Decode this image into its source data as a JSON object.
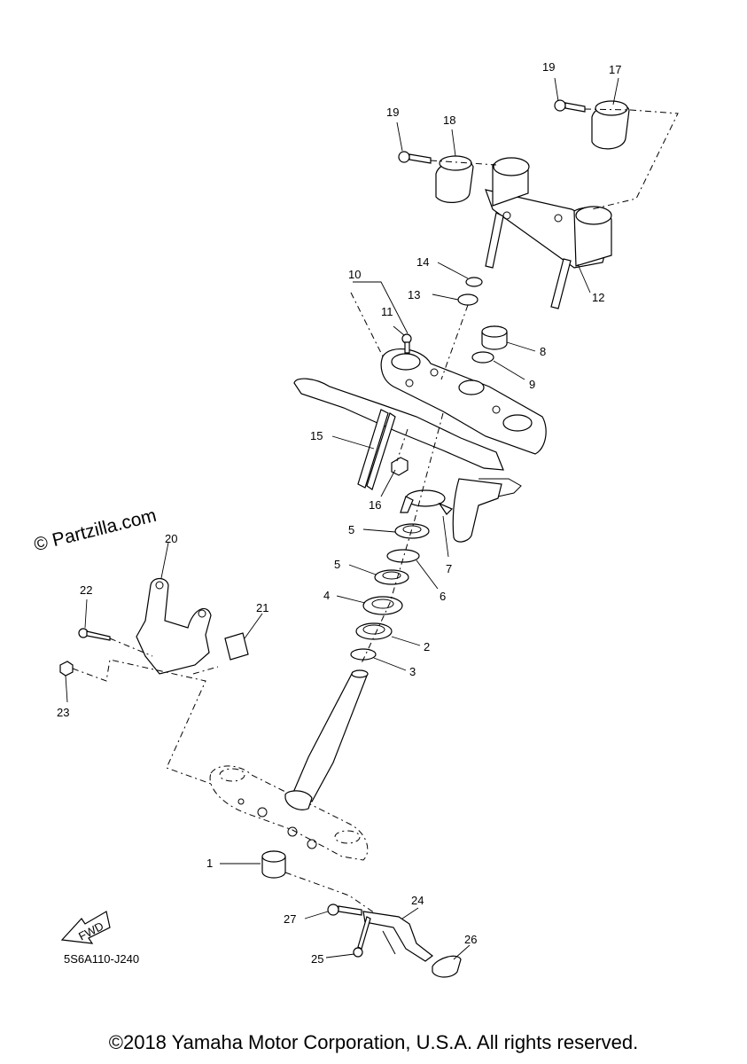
{
  "watermark": "© Partzilla.com",
  "diagram_code": "5S6A110-J240",
  "copyright": "©2018 Yamaha Motor Corporation, U.S.A. All rights reserved.",
  "fwd_label": "FWD",
  "callouts": {
    "c1": "1",
    "c2": "2",
    "c3": "3",
    "c4": "4",
    "c5a": "5",
    "c5b": "5",
    "c6": "6",
    "c7": "7",
    "c8": "8",
    "c9": "9",
    "c10": "10",
    "c11": "11",
    "c12": "12",
    "c13": "13",
    "c14": "14",
    "c15": "15",
    "c16": "16",
    "c17": "17",
    "c18": "18",
    "c19a": "19",
    "c19b": "19",
    "c20": "20",
    "c21": "21",
    "c22": "22",
    "c23": "23",
    "c24": "24",
    "c25": "25",
    "c26": "26",
    "c27": "27"
  }
}
